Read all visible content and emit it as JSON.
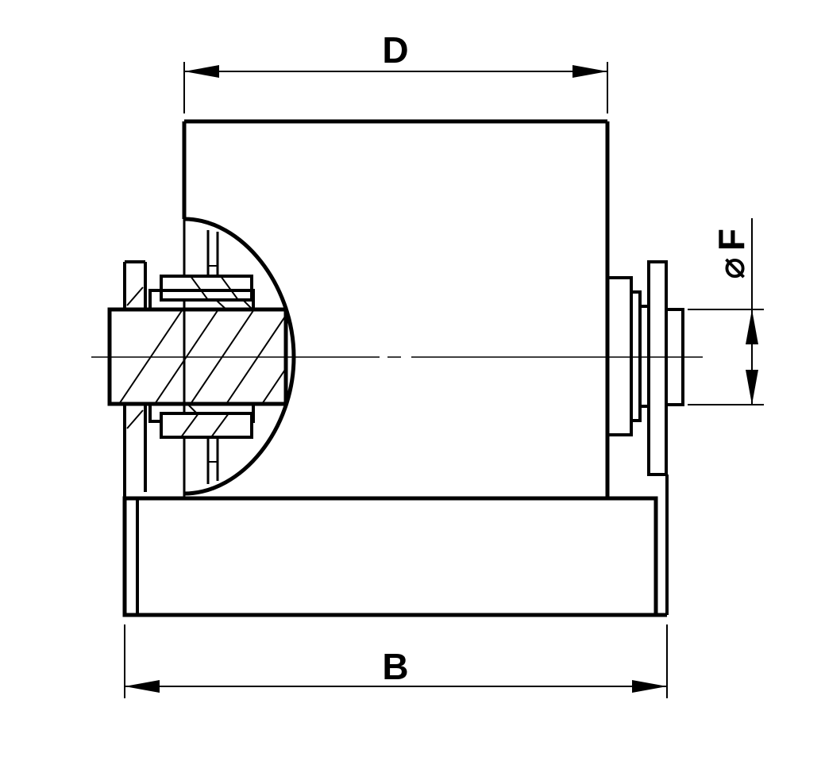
{
  "dimensions": {
    "top_width": "D",
    "bottom_width": "B",
    "shaft_diameter": "F",
    "diameter_symbol": "⌀"
  },
  "colors": {
    "line": "#000000",
    "background": "#ffffff"
  }
}
